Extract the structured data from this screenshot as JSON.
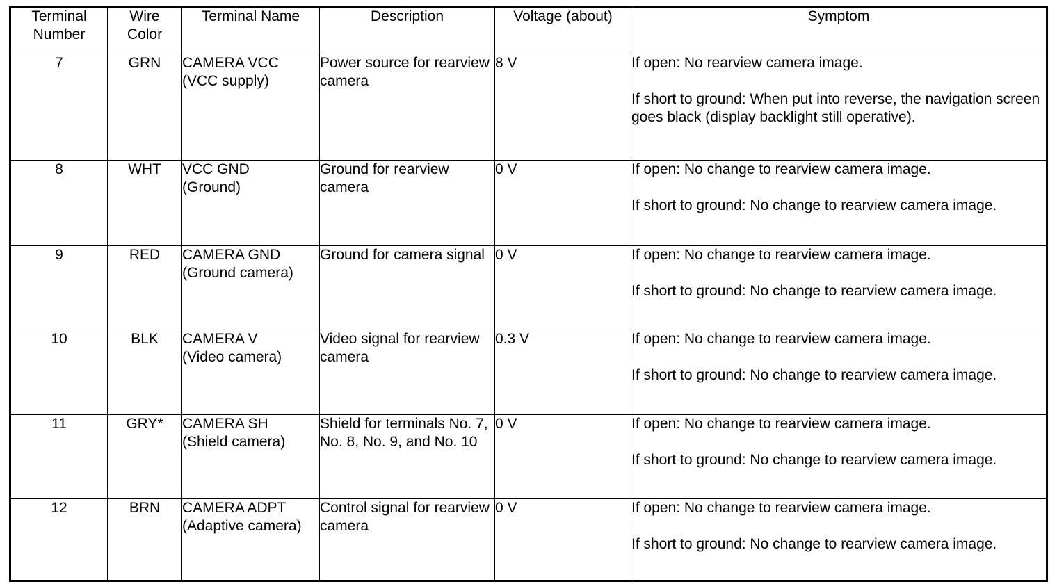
{
  "table": {
    "columns": [
      {
        "key": "terminal_number",
        "header_lines": [
          "Terminal",
          "Number"
        ]
      },
      {
        "key": "wire_color",
        "header_lines": [
          "Wire",
          "Color"
        ]
      },
      {
        "key": "terminal_name",
        "header_lines": [
          "Terminal Name"
        ]
      },
      {
        "key": "description",
        "header_lines": [
          "Description"
        ]
      },
      {
        "key": "voltage",
        "header_lines": [
          "Voltage (about)"
        ]
      },
      {
        "key": "symptom",
        "header_lines": [
          "Symptom"
        ]
      }
    ],
    "headers": {
      "terminal_number_l1": "Terminal",
      "terminal_number_l2": "Number",
      "wire_color_l1": "Wire",
      "wire_color_l2": "Color",
      "terminal_name": "Terminal Name",
      "description": "Description",
      "voltage": "Voltage (about)",
      "symptom": "Symptom"
    },
    "rows": [
      {
        "terminal_number": "7",
        "wire_color": "GRN",
        "terminal_name_l1": "CAMERA VCC",
        "terminal_name_l2": "(VCC supply)",
        "description": "Power source for rearview camera",
        "voltage": "8 V",
        "symptom_open": "If open: No rearview camera image.",
        "symptom_short": "If short to ground: When put into reverse, the navigation screen goes black (display backlight still operative)."
      },
      {
        "terminal_number": "8",
        "wire_color": "WHT",
        "terminal_name_l1": "VCC GND",
        "terminal_name_l2": "(Ground)",
        "description": "Ground for rearview camera",
        "voltage": "0 V",
        "symptom_open": "If open: No change to rearview camera image.",
        "symptom_short": "If short to ground: No change to rearview camera image."
      },
      {
        "terminal_number": "9",
        "wire_color": "RED",
        "terminal_name_l1": "CAMERA GND",
        "terminal_name_l2": "(Ground camera)",
        "description": "Ground for camera signal",
        "voltage": "0 V",
        "symptom_open": "If open: No change to rearview camera image.",
        "symptom_short": "If short to ground: No change to rearview camera image."
      },
      {
        "terminal_number": "10",
        "wire_color": "BLK",
        "terminal_name_l1": "CAMERA V",
        "terminal_name_l2": "(Video camera)",
        "description": "Video signal for rearview camera",
        "voltage": "0.3 V",
        "symptom_open": "If open: No change to rearview camera image.",
        "symptom_short": "If short to ground: No change to rearview camera image."
      },
      {
        "terminal_number": "11",
        "wire_color": "GRY*",
        "terminal_name_l1": "CAMERA SH",
        "terminal_name_l2": "(Shield camera)",
        "description": "Shield for terminals No. 7, No. 8, No. 9, and No. 10",
        "voltage": "0 V",
        "symptom_open": "If open: No change to rearview camera image.",
        "symptom_short": "If short to ground: No change to rearview camera image."
      },
      {
        "terminal_number": "12",
        "wire_color": "BRN",
        "terminal_name_l1": "CAMERA ADPT",
        "terminal_name_l2": "(Adaptive camera)",
        "description": "Control signal for rearview camera",
        "voltage": "0 V",
        "symptom_open": "If open: No change to rearview camera image.",
        "symptom_short": "If short to ground: No change to rearview camera image."
      }
    ]
  }
}
